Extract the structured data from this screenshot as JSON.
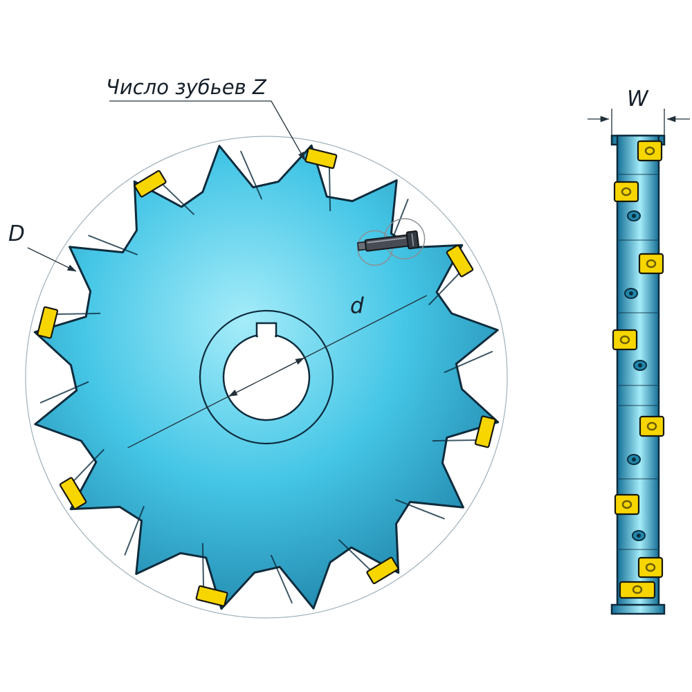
{
  "labels": {
    "teeth": "Число зубьев Z",
    "outer_diameter": "D",
    "bore_diameter": "d",
    "width": "W"
  },
  "drawing": {
    "type": "technical-drawing",
    "views": [
      "front-view",
      "side-view"
    ],
    "teeth_count": 16,
    "front_inserts_visible": 8,
    "side_inserts_visible": 8,
    "colors": {
      "body_light": "#a5ecf9",
      "body_mid": "#45c6e6",
      "body_dark": "#146f96",
      "insert": "#f7d600",
      "outline": "#0d2b3c",
      "centerline": "#e0ad62",
      "dimension": "#22303a",
      "background": "#ffffff"
    }
  }
}
